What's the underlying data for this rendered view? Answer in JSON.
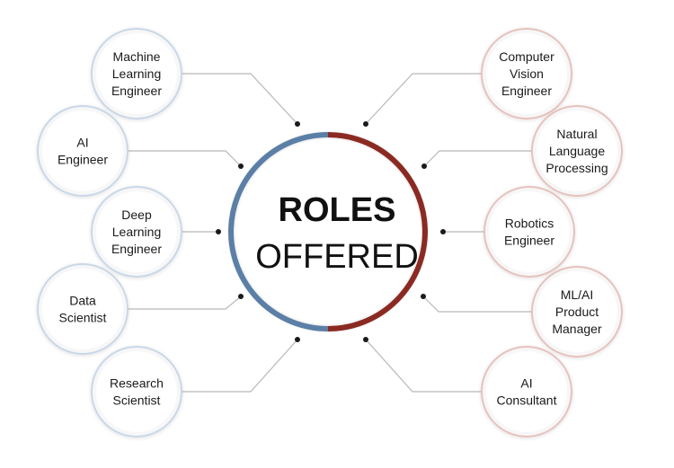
{
  "center": {
    "title_line1": "ROLES",
    "title_line2": "OFFERED"
  },
  "colors": {
    "left_accent": "#5b7fa6",
    "right_accent": "#8b2a22",
    "left_ring": "#c9d8e8",
    "right_ring": "#e6c3bd",
    "connector": "#b8b8b8",
    "dot": "#1a1a1a"
  },
  "roles_left": [
    {
      "lines": [
        "Machine",
        "Learning",
        "Engineer"
      ]
    },
    {
      "lines": [
        "AI",
        "Engineer"
      ]
    },
    {
      "lines": [
        "Deep",
        "Learning",
        "Engineer"
      ]
    },
    {
      "lines": [
        "Data",
        "Scientist"
      ]
    },
    {
      "lines": [
        "Research",
        "Scientist"
      ]
    }
  ],
  "roles_right": [
    {
      "lines": [
        "Computer",
        "Vision",
        "Engineer"
      ]
    },
    {
      "lines": [
        "Natural",
        "Language",
        "Processing"
      ]
    },
    {
      "lines": [
        "Robotics",
        "Engineer"
      ]
    },
    {
      "lines": [
        "ML/AI",
        "Product",
        "Manager"
      ]
    },
    {
      "lines": [
        "AI",
        "Consultant"
      ]
    }
  ]
}
